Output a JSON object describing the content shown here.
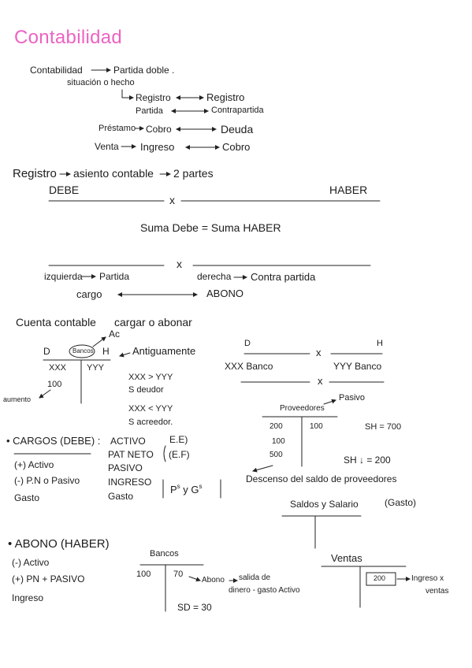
{
  "title": "Contabilidad",
  "intro": {
    "contabilidad": "Contabilidad",
    "partida_doble": "Partida doble .",
    "situacion": "situación o hecho",
    "registro_left": "Registro",
    "registro_right": "Registro",
    "partida": "Partida",
    "contrapartida": "Contrapartida",
    "prestamo": "Préstamo",
    "cobro_1": "Cobro",
    "deuda": "Deuda",
    "venta": "Venta",
    "ingreso": "Ingreso",
    "cobro_2": "Cobro"
  },
  "registro": {
    "registro": "Registro",
    "asiento": "asiento contable",
    "partes": "2 partes",
    "debe": "DEBE",
    "haber": "HABER",
    "cross": "x",
    "suma": "Suma Debe = Suma HABER",
    "izquierda": "izquierda",
    "partida": "Partida",
    "derecha": "derecha",
    "contra_partida": "Contra partida",
    "cargo": "cargo",
    "abono": "ABONO"
  },
  "cuenta": {
    "heading": "Cuenta contable",
    "heading_b": "cargar o abonar",
    "ac": "Ac",
    "d": "D",
    "bancos": "Bancos",
    "h": "H",
    "antiguamente": "Antiguamente",
    "debit_value": "XXX",
    "credit_value": "YYY",
    "cien": "100",
    "aumento": "aumento",
    "deudor_rule": "XXX > YYY",
    "deudor": "S deudor",
    "acreedor_rule": "XXX < YYY",
    "acreedor": "S acreedor."
  },
  "banco_entries": {
    "d": "D",
    "h": "H",
    "cross": "x",
    "debit": "XXX Banco",
    "credit": "YYY Banco"
  },
  "proveedores": {
    "title": "Proveedores",
    "pasivo": "Pasivo",
    "debits": [
      "200",
      "100",
      "500"
    ],
    "credits": [
      "100"
    ],
    "sh_total": "SH = 700",
    "sh_decrease": "SH ↓ = 200",
    "descenso": "Descenso del saldo de proveedores"
  },
  "saldos": {
    "title": "Saldos y Salario",
    "tag": "(Gasto)"
  },
  "cargos": {
    "heading": "• CARGOS (DEBE) :",
    "items": [
      "(+) Activo",
      "(-) P.N o Pasivo",
      "Gasto"
    ],
    "accounts": [
      "ACTIVO",
      "PAT NETO",
      "PASIVO",
      "INGRESO",
      "Gasto"
    ],
    "ee": "E.E)",
    "ef": "(E.F)",
    "p": "P",
    "s1": "s",
    "y": "y",
    "g": "G",
    "s2": "s"
  },
  "abono": {
    "heading": "• ABONO (HABER)",
    "items": [
      "(-) Activo",
      "(+) PN + PASIVO",
      "Ingreso"
    ]
  },
  "bancos_t": {
    "title": "Bancos",
    "debit": "100",
    "credit": "70",
    "abono": "Abono",
    "salida": "salida de",
    "dinero": "dinero - gasto Activo",
    "saldo": "SD = 30"
  },
  "ventas": {
    "title": "Ventas",
    "value": "200",
    "ingreso": "Ingreso x",
    "ventas": "ventas"
  }
}
